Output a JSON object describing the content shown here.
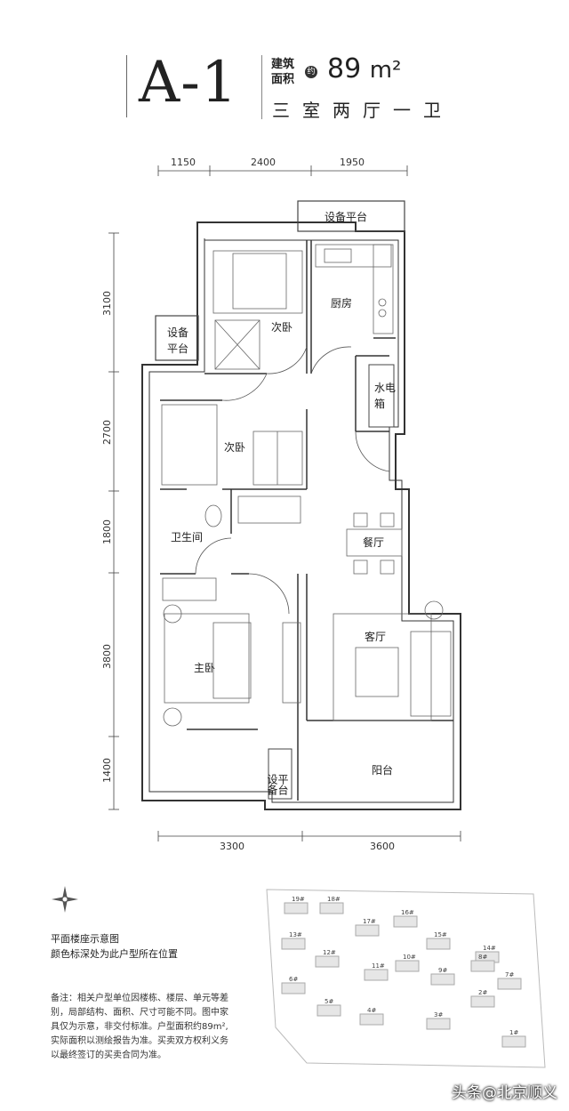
{
  "header": {
    "unit_code": "A-1",
    "area_label_line1": "建筑",
    "area_label_line2": "面积",
    "approx": "约",
    "area_value": "89",
    "area_unit": "m²",
    "layout_desc": "三室两厅一卫"
  },
  "dimensions": {
    "top": [
      "1150",
      "2400",
      "1950"
    ],
    "left": [
      "3100",
      "2700",
      "1800",
      "3800",
      "1400"
    ],
    "bottom": [
      "3300",
      "3600"
    ]
  },
  "rooms": {
    "equipment_platform_top": "设备平台",
    "equipment_platform_left_1": "设备",
    "equipment_platform_left_2": "平台",
    "secondary_bedroom_1": "次卧",
    "kitchen": "厨房",
    "utility_box_1": "水电",
    "utility_box_2": "箱",
    "secondary_bedroom_2": "次卧",
    "bathroom": "卫生间",
    "dining_room": "餐厅",
    "living_room": "客厅",
    "master_bedroom": "主卧",
    "equipment_platform_bottom_1": "设备",
    "equipment_platform_bottom_2": "平台",
    "balcony": "阳台"
  },
  "legend": {
    "title": "平面楼座示意图",
    "subtitle": "颜色标深处为此户型所在位置"
  },
  "site_plan": {
    "buildings": [
      "19#",
      "18#",
      "17#",
      "16#",
      "13#",
      "15#",
      "14#",
      "12#",
      "10#",
      "8#",
      "11#",
      "9#",
      "7#",
      "6#",
      "5#",
      "4#",
      "3#",
      "2#",
      "1#"
    ]
  },
  "notes": {
    "line1": "备注：相关户型单位因楼栋、楼层、单元等差",
    "line2": "别，局部结构、面积、尺寸可能不同。图中家",
    "line3": "具仅为示意，非交付标准。户型面积约89m²,",
    "line4": "实际面积以测绘报告为准。买卖双方权利义务",
    "line5": "以最终签订的买卖合同为准。"
  },
  "watermark": "头条@北京顺义"
}
